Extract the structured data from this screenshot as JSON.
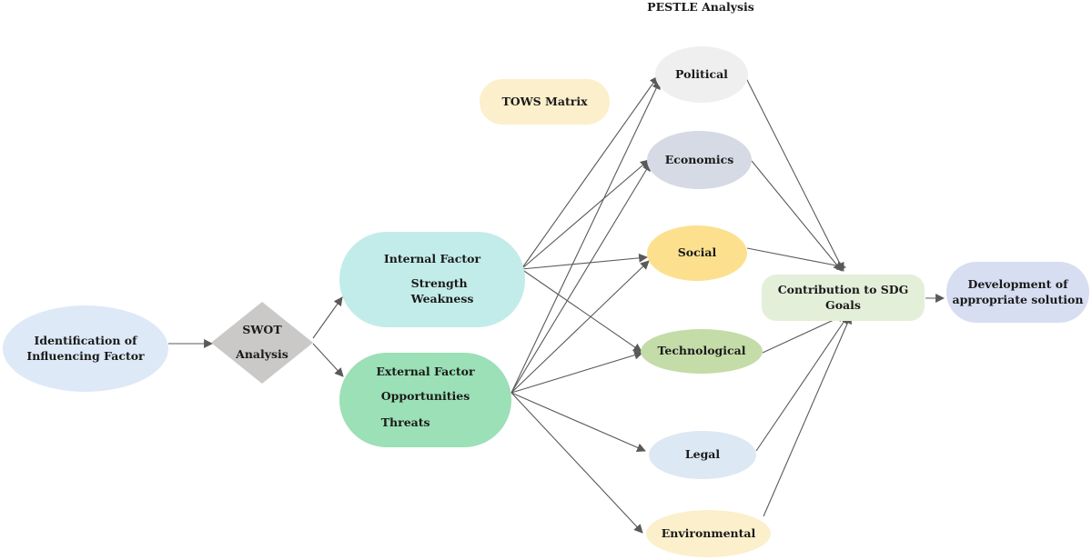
{
  "title": "PESTLE Analysis",
  "nodes": {
    "identification": {
      "line1": "Identification of",
      "line2": "Influencing Factor"
    },
    "swot": {
      "line1": "SWOT",
      "line2": "Analysis"
    },
    "internal": {
      "title": "Internal Factor",
      "items": [
        "Strength",
        "Weakness"
      ]
    },
    "external": {
      "title": "External Factor",
      "items": [
        "Opportunities",
        "Threats"
      ]
    },
    "tows": {
      "label": "TOWS Matrix"
    },
    "political": {
      "label": "Political"
    },
    "economics": {
      "label": "Economics"
    },
    "social": {
      "label": "Social"
    },
    "technological": {
      "label": "Technological"
    },
    "legal": {
      "label": "Legal"
    },
    "environmental": {
      "label": "Environmental"
    },
    "sdg": {
      "label": "Contribution to SDG Goals"
    },
    "development": {
      "line1": "Development of",
      "line2": "appropriate solution"
    }
  },
  "colors": {
    "arrow": "#595959",
    "identification": "#dde9f7",
    "swot": "#cbc8c8",
    "internal": "#c2ece9",
    "external": "#9be0b6",
    "tows": "#fcefcb",
    "political": "#efefef",
    "economics": "#d5dae4",
    "social": "#fce08e",
    "technological": "#c4dca8",
    "legal": "#dce8f4",
    "environmental": "#fcefcb",
    "sdg": "#e4efd9",
    "development": "#d7def2"
  },
  "edges": [
    [
      "identification",
      "swot"
    ],
    [
      "swot",
      "internal"
    ],
    [
      "swot",
      "external"
    ],
    [
      "internal",
      "political"
    ],
    [
      "internal",
      "economics"
    ],
    [
      "internal",
      "social"
    ],
    [
      "internal",
      "technological"
    ],
    [
      "external",
      "political"
    ],
    [
      "external",
      "economics"
    ],
    [
      "external",
      "social"
    ],
    [
      "external",
      "technological"
    ],
    [
      "external",
      "legal"
    ],
    [
      "external",
      "environmental"
    ],
    [
      "political",
      "sdg"
    ],
    [
      "economics",
      "sdg"
    ],
    [
      "social",
      "sdg"
    ],
    [
      "technological",
      "sdg"
    ],
    [
      "legal",
      "sdg"
    ],
    [
      "environmental",
      "sdg"
    ],
    [
      "sdg",
      "development"
    ]
  ]
}
